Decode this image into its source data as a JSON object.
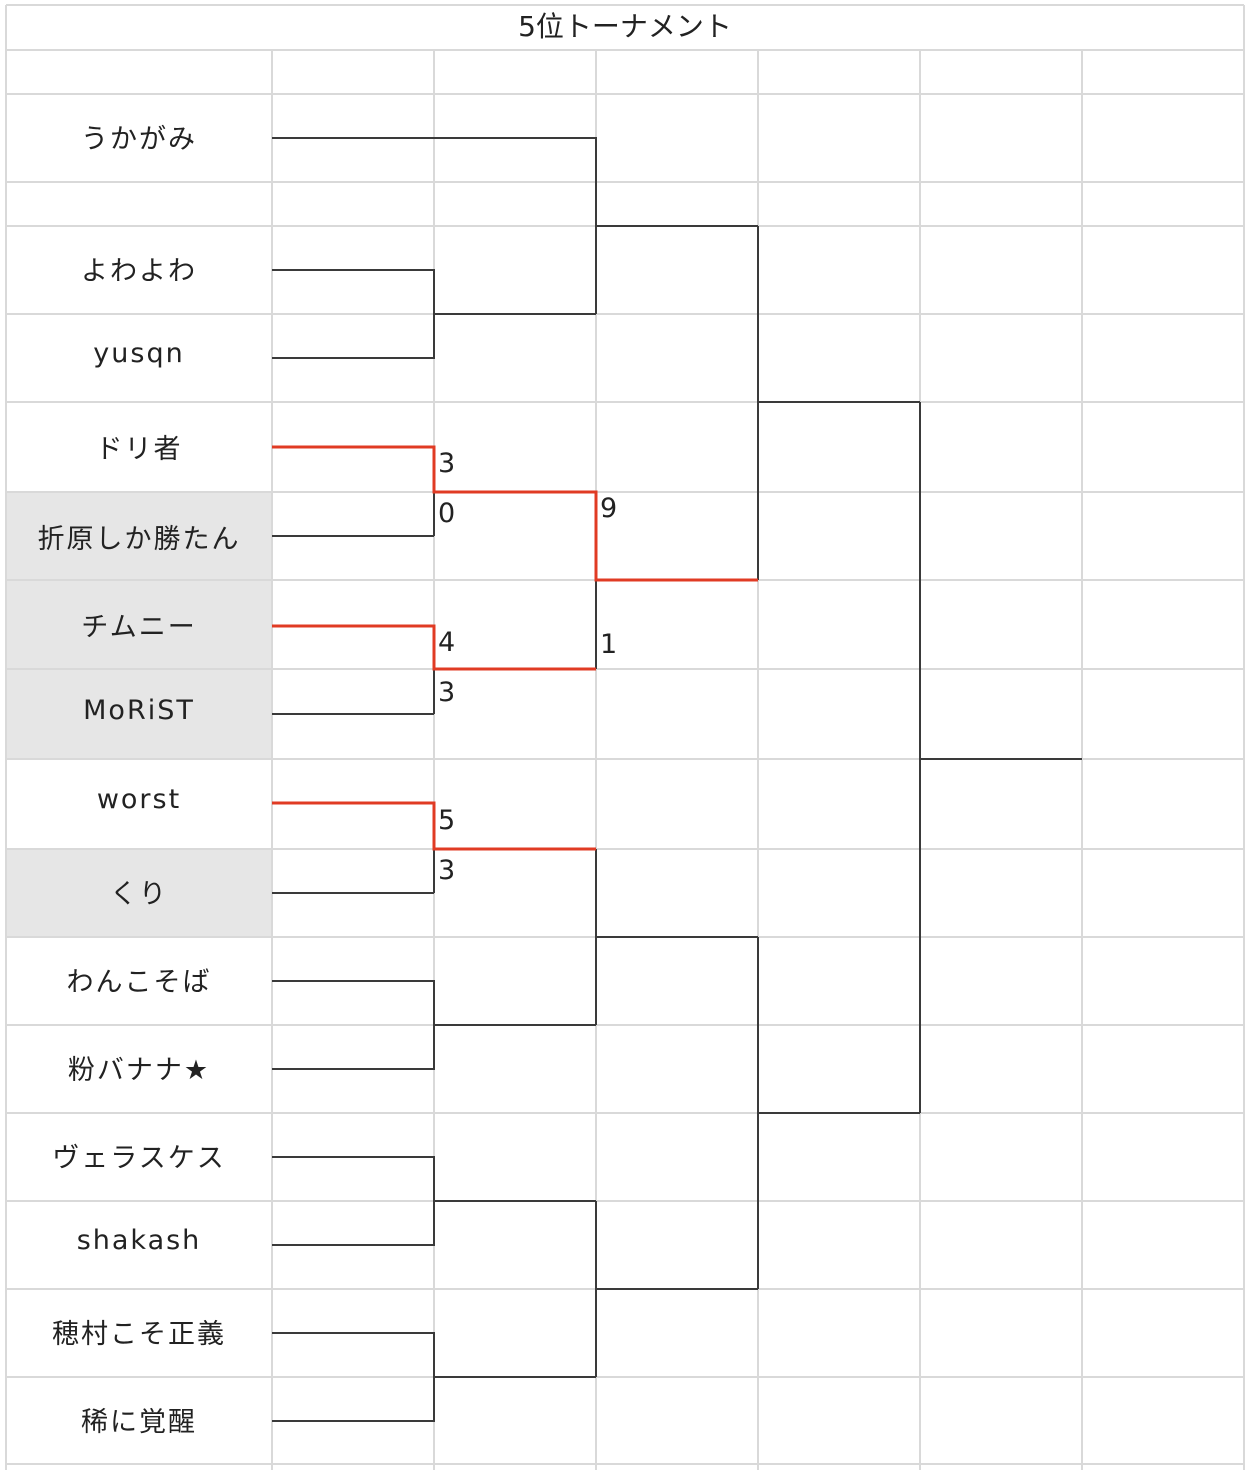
{
  "title": "5位トーナメント",
  "players": [
    "うかがみ",
    "よわよわ",
    "yusqn",
    "ドリ者",
    "折原しか勝たん",
    "チムニー",
    "MoRiST",
    "worst",
    "くり",
    "わんこそば",
    "粉バナナ★",
    "ヴェラスケス",
    "shakash",
    "穂村こそ正義",
    "稀に覚醒"
  ],
  "scores": {
    "doriha_vs_orihara": [
      "3",
      "0"
    ],
    "chimney_vs_morist": [
      "4",
      "3"
    ],
    "worst_vs_kuri": [
      "5",
      "3"
    ],
    "semi": [
      "9",
      "1"
    ]
  },
  "colors": {
    "win_line": "#e03b24",
    "bracket_line": "#3a3a3a",
    "grid_line": "#d9d9d9",
    "eliminated_fill": "#e6e6e6"
  }
}
